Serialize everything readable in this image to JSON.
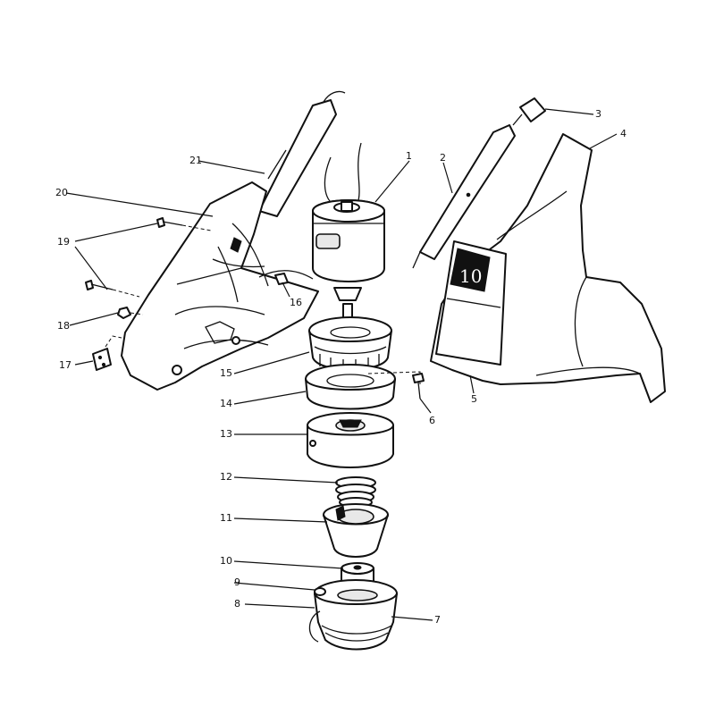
{
  "callouts": [
    {
      "id": "1",
      "label": "1"
    },
    {
      "id": "2",
      "label": "2"
    },
    {
      "id": "3",
      "label": "3"
    },
    {
      "id": "4",
      "label": "4"
    },
    {
      "id": "5",
      "label": "5"
    },
    {
      "id": "6",
      "label": "6"
    },
    {
      "id": "7",
      "label": "7"
    },
    {
      "id": "8",
      "label": "8"
    },
    {
      "id": "9",
      "label": "9"
    },
    {
      "id": "10",
      "label": "10"
    },
    {
      "id": "11",
      "label": "11"
    },
    {
      "id": "12",
      "label": "12"
    },
    {
      "id": "13",
      "label": "13"
    },
    {
      "id": "14",
      "label": "14"
    },
    {
      "id": "15",
      "label": "15"
    },
    {
      "id": "16",
      "label": "16"
    },
    {
      "id": "17",
      "label": "17"
    },
    {
      "id": "18",
      "label": "18"
    },
    {
      "id": "19",
      "label": "19"
    },
    {
      "id": "20",
      "label": "20"
    },
    {
      "id": "21",
      "label": "21"
    }
  ],
  "decal": {
    "text": "10"
  }
}
